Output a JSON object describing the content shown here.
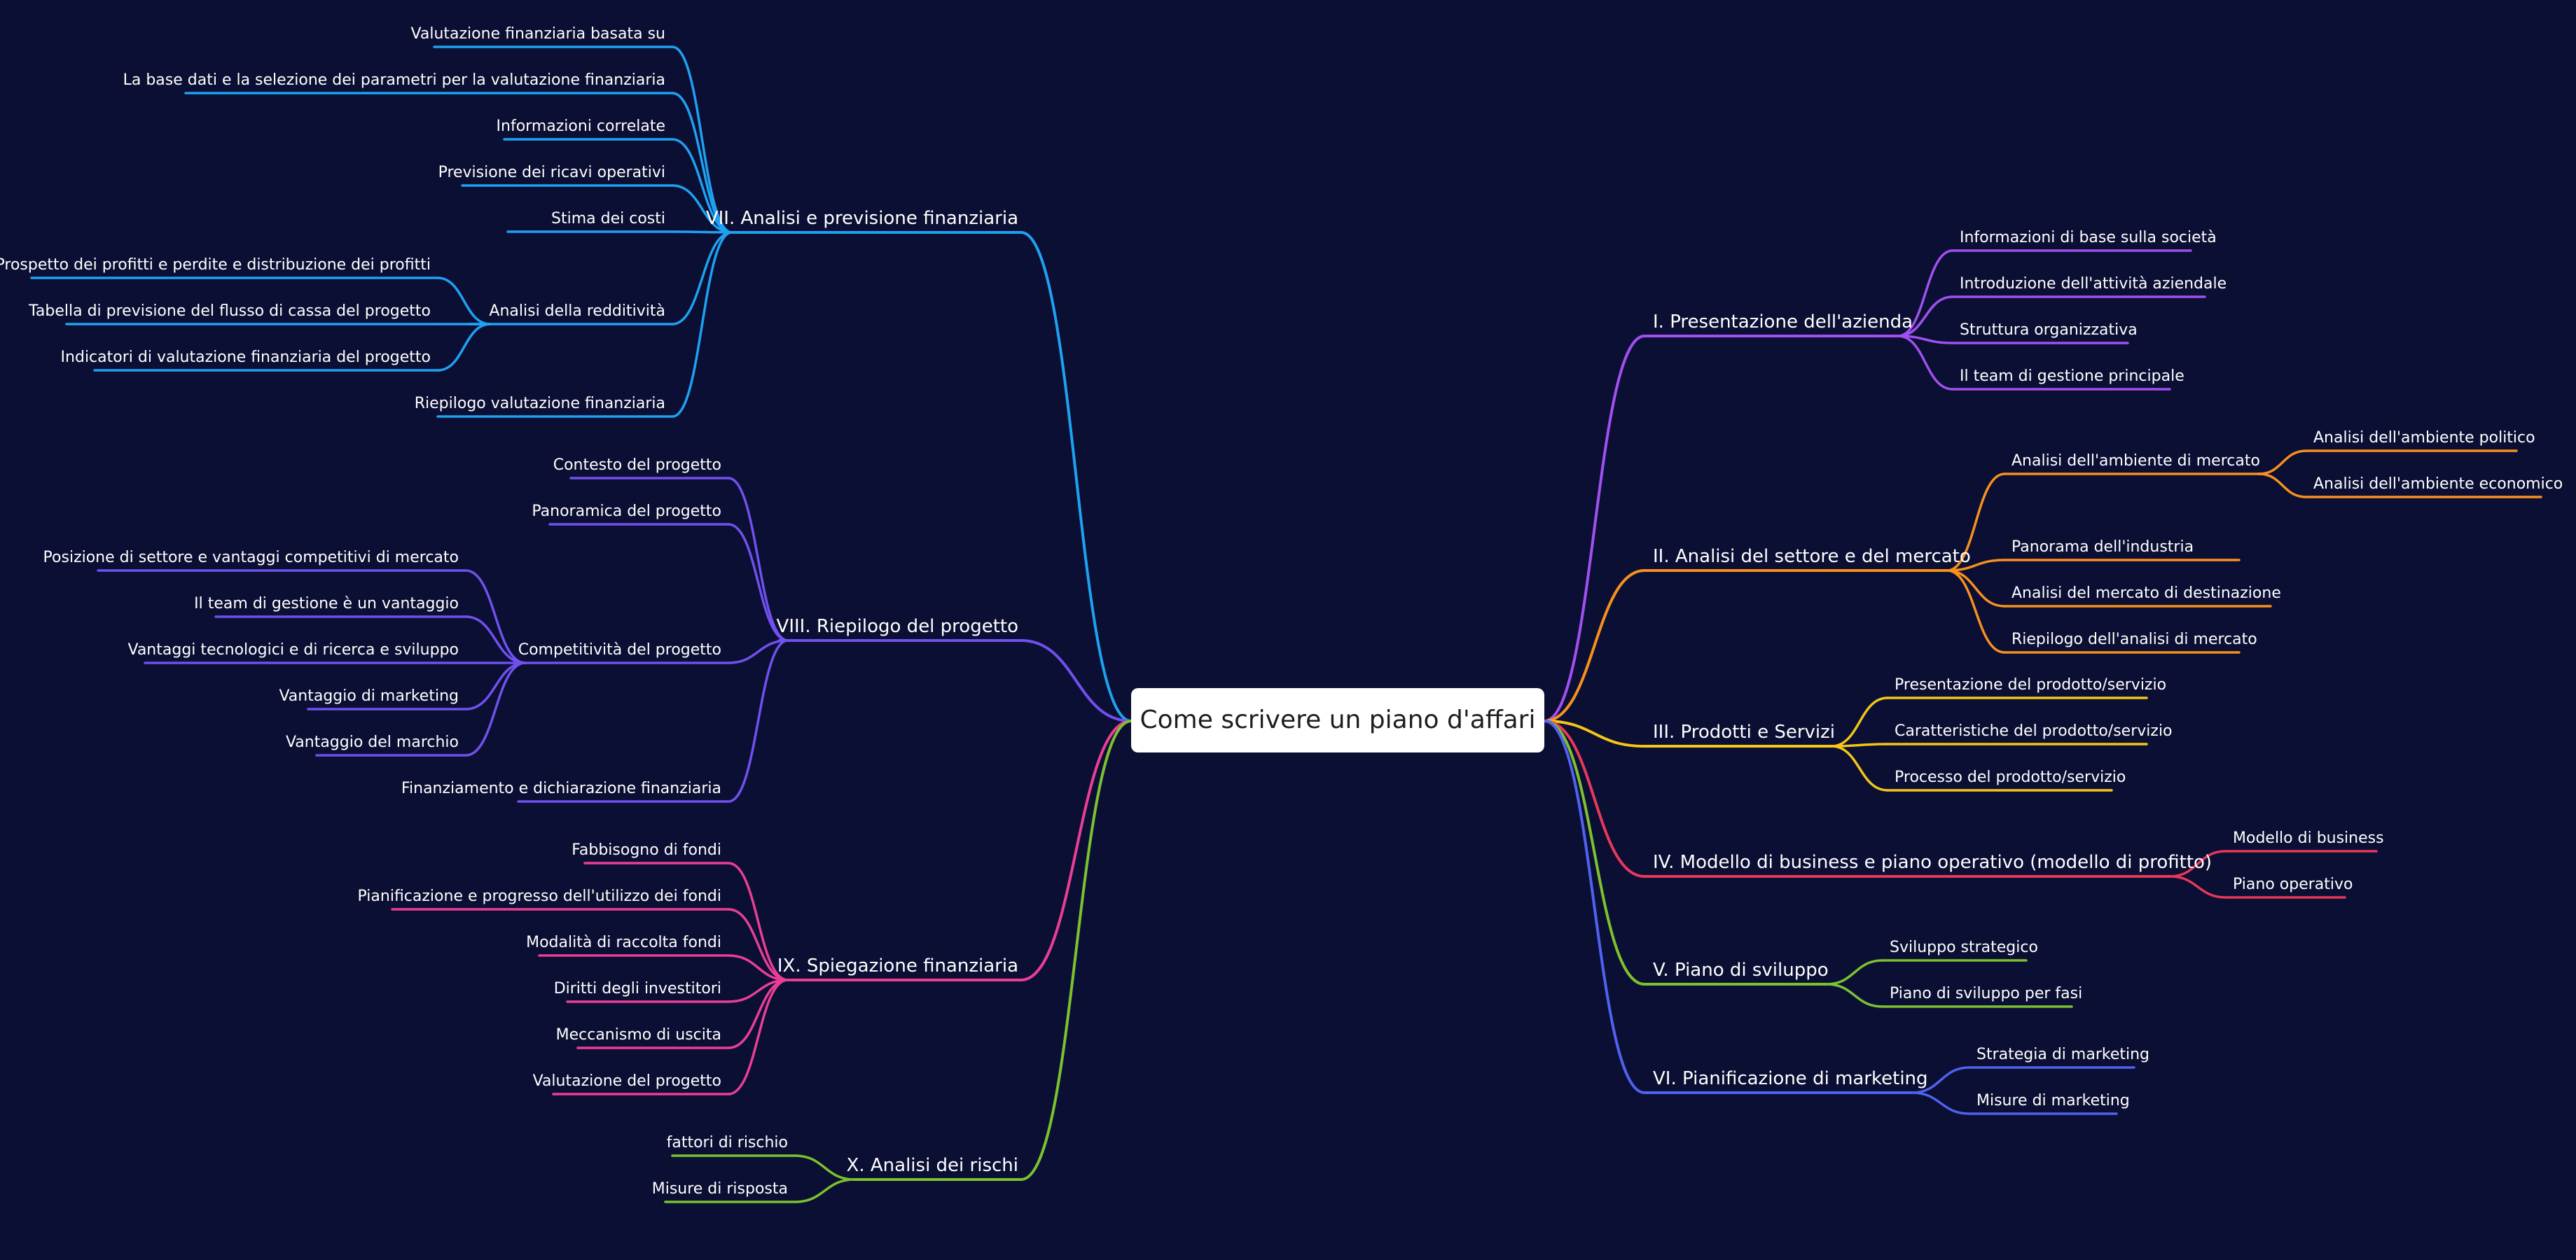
{
  "root": "Come scrivere un piano d'affari",
  "branches": [
    {
      "key": "b1",
      "color": "#a050f0",
      "label": "I. Presentazione dell'azienda",
      "children": [
        {
          "label": "Informazioni di base sulla società"
        },
        {
          "label": "Introduzione dell'attività aziendale"
        },
        {
          "label": "Struttura organizzativa"
        },
        {
          "label": "Il team di gestione principale"
        }
      ]
    },
    {
      "key": "b2",
      "color": "#f7901e",
      "label": "II. Analisi del settore e del mercato",
      "children": [
        {
          "label": "Analisi dell'ambiente di mercato",
          "children": [
            {
              "label": "Analisi dell'ambiente politico"
            },
            {
              "label": "Analisi dell'ambiente economico"
            }
          ]
        },
        {
          "label": "Panorama dell'industria"
        },
        {
          "label": "Analisi del mercato di destinazione"
        },
        {
          "label": "Riepilogo dell'analisi di mercato"
        }
      ]
    },
    {
      "key": "b3",
      "color": "#f5c518",
      "label": "III. Prodotti e Servizi",
      "children": [
        {
          "label": "Presentazione del prodotto/servizio"
        },
        {
          "label": "Caratteristiche del prodotto/servizio"
        },
        {
          "label": "Processo del prodotto/servizio"
        }
      ]
    },
    {
      "key": "b4",
      "color": "#e8385a",
      "label": "IV. Modello di business e piano operativo (modello di profitto)",
      "children": [
        {
          "label": "Modello di business"
        },
        {
          "label": "Piano operativo"
        }
      ]
    },
    {
      "key": "b5",
      "color": "#7cc130",
      "label": "V. Piano di sviluppo",
      "children": [
        {
          "label": "Sviluppo strategico"
        },
        {
          "label": "Piano di sviluppo per fasi"
        }
      ]
    },
    {
      "key": "b6",
      "color": "#4f62f0",
      "label": "VI. Pianificazione di marketing",
      "children": [
        {
          "label": "Strategia di marketing"
        },
        {
          "label": "Misure di marketing"
        }
      ]
    },
    {
      "key": "b7",
      "color": "#1ea1f2",
      "label": "VII. Analisi e previsione finanziaria",
      "children": [
        {
          "label": "Valutazione finanziaria basata su"
        },
        {
          "label": "La base dati e la selezione dei parametri per la valutazione finanziaria"
        },
        {
          "label": "Informazioni correlate"
        },
        {
          "label": "Previsione dei ricavi operativi"
        },
        {
          "label": "Stima dei costi"
        },
        {
          "label": "Analisi della redditività",
          "children": [
            {
              "label": "Prospetto dei profitti e perdite e distribuzione dei profitti"
            },
            {
              "label": "Tabella di previsione del flusso di cassa del progetto"
            },
            {
              "label": "Indicatori di valutazione finanziaria del progetto"
            }
          ]
        },
        {
          "label": "Riepilogo valutazione finanziaria"
        }
      ]
    },
    {
      "key": "b8",
      "color": "#7050ee",
      "label": "VIII. Riepilogo del progetto",
      "children": [
        {
          "label": "Contesto del progetto"
        },
        {
          "label": "Panoramica del progetto"
        },
        {
          "label": "Competitività del progetto",
          "children": [
            {
              "label": "Posizione di settore e vantaggi competitivi di mercato"
            },
            {
              "label": "Il team di gestione è un vantaggio"
            },
            {
              "label": "Vantaggi tecnologici e di ricerca e sviluppo"
            },
            {
              "label": "Vantaggio di marketing"
            },
            {
              "label": "Vantaggio del marchio"
            }
          ]
        },
        {
          "label": "Finanziamento e dichiarazione finanziaria"
        }
      ]
    },
    {
      "key": "b9",
      "color": "#ea3e96",
      "label": "IX.  Spiegazione finanziaria",
      "children": [
        {
          "label": "Fabbisogno di fondi"
        },
        {
          "label": "Pianificazione e progresso dell'utilizzo dei fondi"
        },
        {
          "label": "Modalità di raccolta fondi"
        },
        {
          "label": "Diritti degli investitori"
        },
        {
          "label": "Meccanismo di uscita"
        },
        {
          "label": "Valutazione del progetto"
        }
      ]
    },
    {
      "key": "b10",
      "color": "#7cc130",
      "label": "X. Analisi dei rischi",
      "children": [
        {
          "label": "fattori di rischio"
        },
        {
          "label": "Misure di risposta"
        }
      ]
    }
  ]
}
